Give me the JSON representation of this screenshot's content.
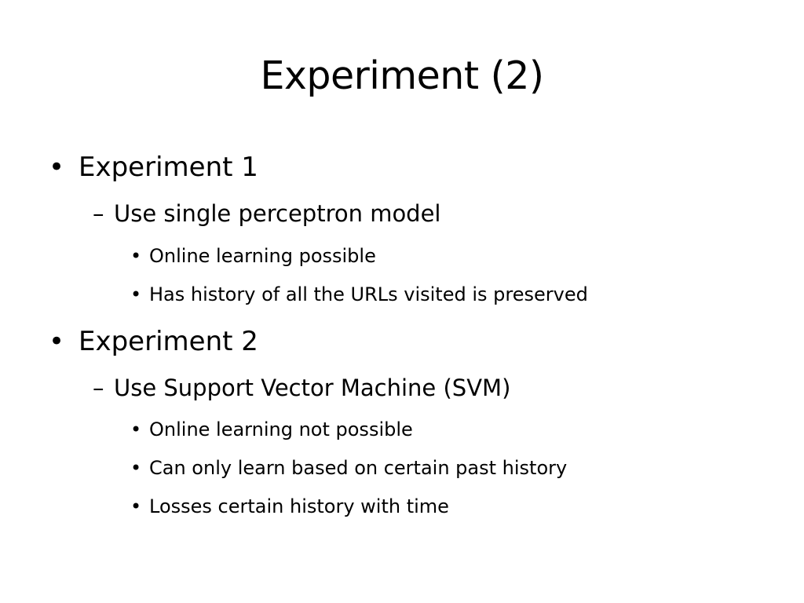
{
  "slide": {
    "title": "Experiment (2)",
    "items": [
      {
        "label": "Experiment 1",
        "marker": "•",
        "children": [
          {
            "label": "Use single perceptron model",
            "marker": "–",
            "children": [
              {
                "label": "Online learning possible",
                "marker": "•"
              },
              {
                "label": "Has history of all the URLs visited is preserved",
                "marker": "•"
              }
            ]
          }
        ]
      },
      {
        "label": "Experiment 2",
        "marker": "•",
        "children": [
          {
            "label": "Use Support Vector Machine (SVM)",
            "marker": "–",
            "children": [
              {
                "label": "Online learning not possible",
                "marker": "•"
              },
              {
                "label": "Can only learn based on certain past history",
                "marker": "•"
              },
              {
                "label": "Losses certain history with time",
                "marker": "•"
              }
            ]
          }
        ]
      }
    ]
  }
}
